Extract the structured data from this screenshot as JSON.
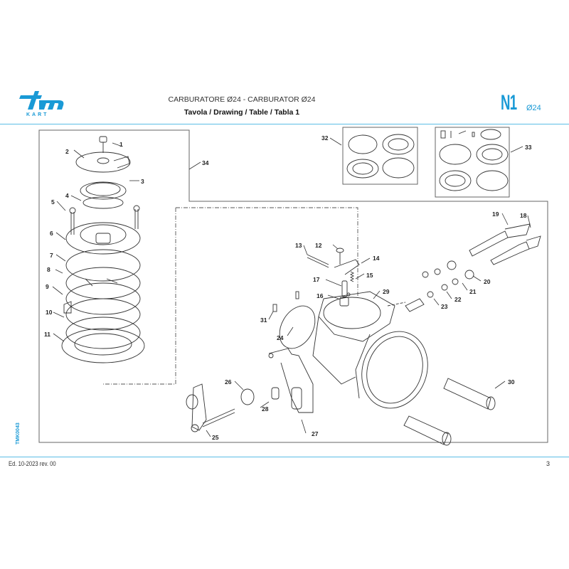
{
  "brand": {
    "logo_text": "tm",
    "logo_sub": "KART",
    "color": "#1a9ad6"
  },
  "header": {
    "title": "CARBURATORE Ø24  - CARBURATOR Ø24",
    "subtitle": "Tavola / Drawing / Table  / Tabla  1",
    "model": "N1",
    "model_sub": "Ø24"
  },
  "side_code": "TMK0043",
  "footer": {
    "edition": "Ed. 10-2023  rev. 00",
    "page": "3"
  },
  "callouts": [
    "1",
    "2",
    "3",
    "4",
    "5",
    "6",
    "7",
    "8",
    "9",
    "10",
    "11",
    "12",
    "13",
    "14",
    "15",
    "16",
    "17",
    "18",
    "19",
    "20",
    "21",
    "22",
    "23",
    "24",
    "25",
    "26",
    "27",
    "28",
    "29",
    "30",
    "31",
    "32",
    "33",
    "34"
  ]
}
